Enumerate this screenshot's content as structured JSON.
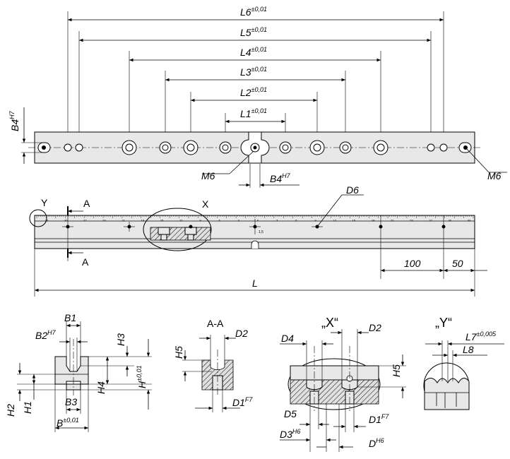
{
  "top_view": {
    "dims": [
      {
        "label": "L6",
        "tol": "±0,01"
      },
      {
        "label": "L5",
        "tol": "±0,01"
      },
      {
        "label": "L4",
        "tol": "±0,01"
      },
      {
        "label": "L3",
        "tol": "±0,01"
      },
      {
        "label": "L2",
        "tol": "±0,01"
      },
      {
        "label": "L1",
        "tol": "±0,01"
      }
    ],
    "b4_left": {
      "label": "B4",
      "tol": "H7"
    },
    "b4_bottom": {
      "label": "B4",
      "tol": "H7"
    },
    "m6_center": "M6",
    "m6_right": "M6"
  },
  "side_view": {
    "y_label": "Y",
    "x_label": "X",
    "d6_label": "D6",
    "a_top": "A",
    "a_bottom": "A",
    "dim_100": "100",
    "dim_50": "50",
    "dim_L": "L",
    "scale_note": "1,5",
    "scale_numbers": [
      "33",
      "30",
      "27",
      "24",
      "21",
      "18",
      "15",
      "12",
      "9",
      "6",
      "3",
      "0",
      "3",
      "6",
      "9",
      "12",
      "15",
      "18",
      "21",
      "24",
      "27",
      "30",
      "33"
    ]
  },
  "section_b": {
    "b1": "B1",
    "b2": {
      "label": "B2",
      "tol": "H7"
    },
    "b3": "B3",
    "b": {
      "label": "B",
      "tol": "±0,01"
    },
    "h1": "H1",
    "h2": "H2",
    "h3": "H3",
    "h4": "H4",
    "h": {
      "label": "H",
      "tol": "±0,01"
    }
  },
  "section_aa": {
    "title": "A-A",
    "h5": "H5",
    "d2": "D2",
    "d1": {
      "label": "D1",
      "tol": "F7"
    }
  },
  "detail_x": {
    "title": "„X“",
    "d2": "D2",
    "d4": "D4",
    "h5": "H5",
    "d5": "D5",
    "d1": {
      "label": "D1",
      "tol": "F7"
    },
    "d3": {
      "label": "D3",
      "tol": "H6"
    },
    "d": {
      "label": "D",
      "tol": "H6"
    }
  },
  "detail_y": {
    "title": "„Y“",
    "l7": {
      "label": "L7",
      "tol": "±0,005"
    },
    "l8": "L8"
  }
}
